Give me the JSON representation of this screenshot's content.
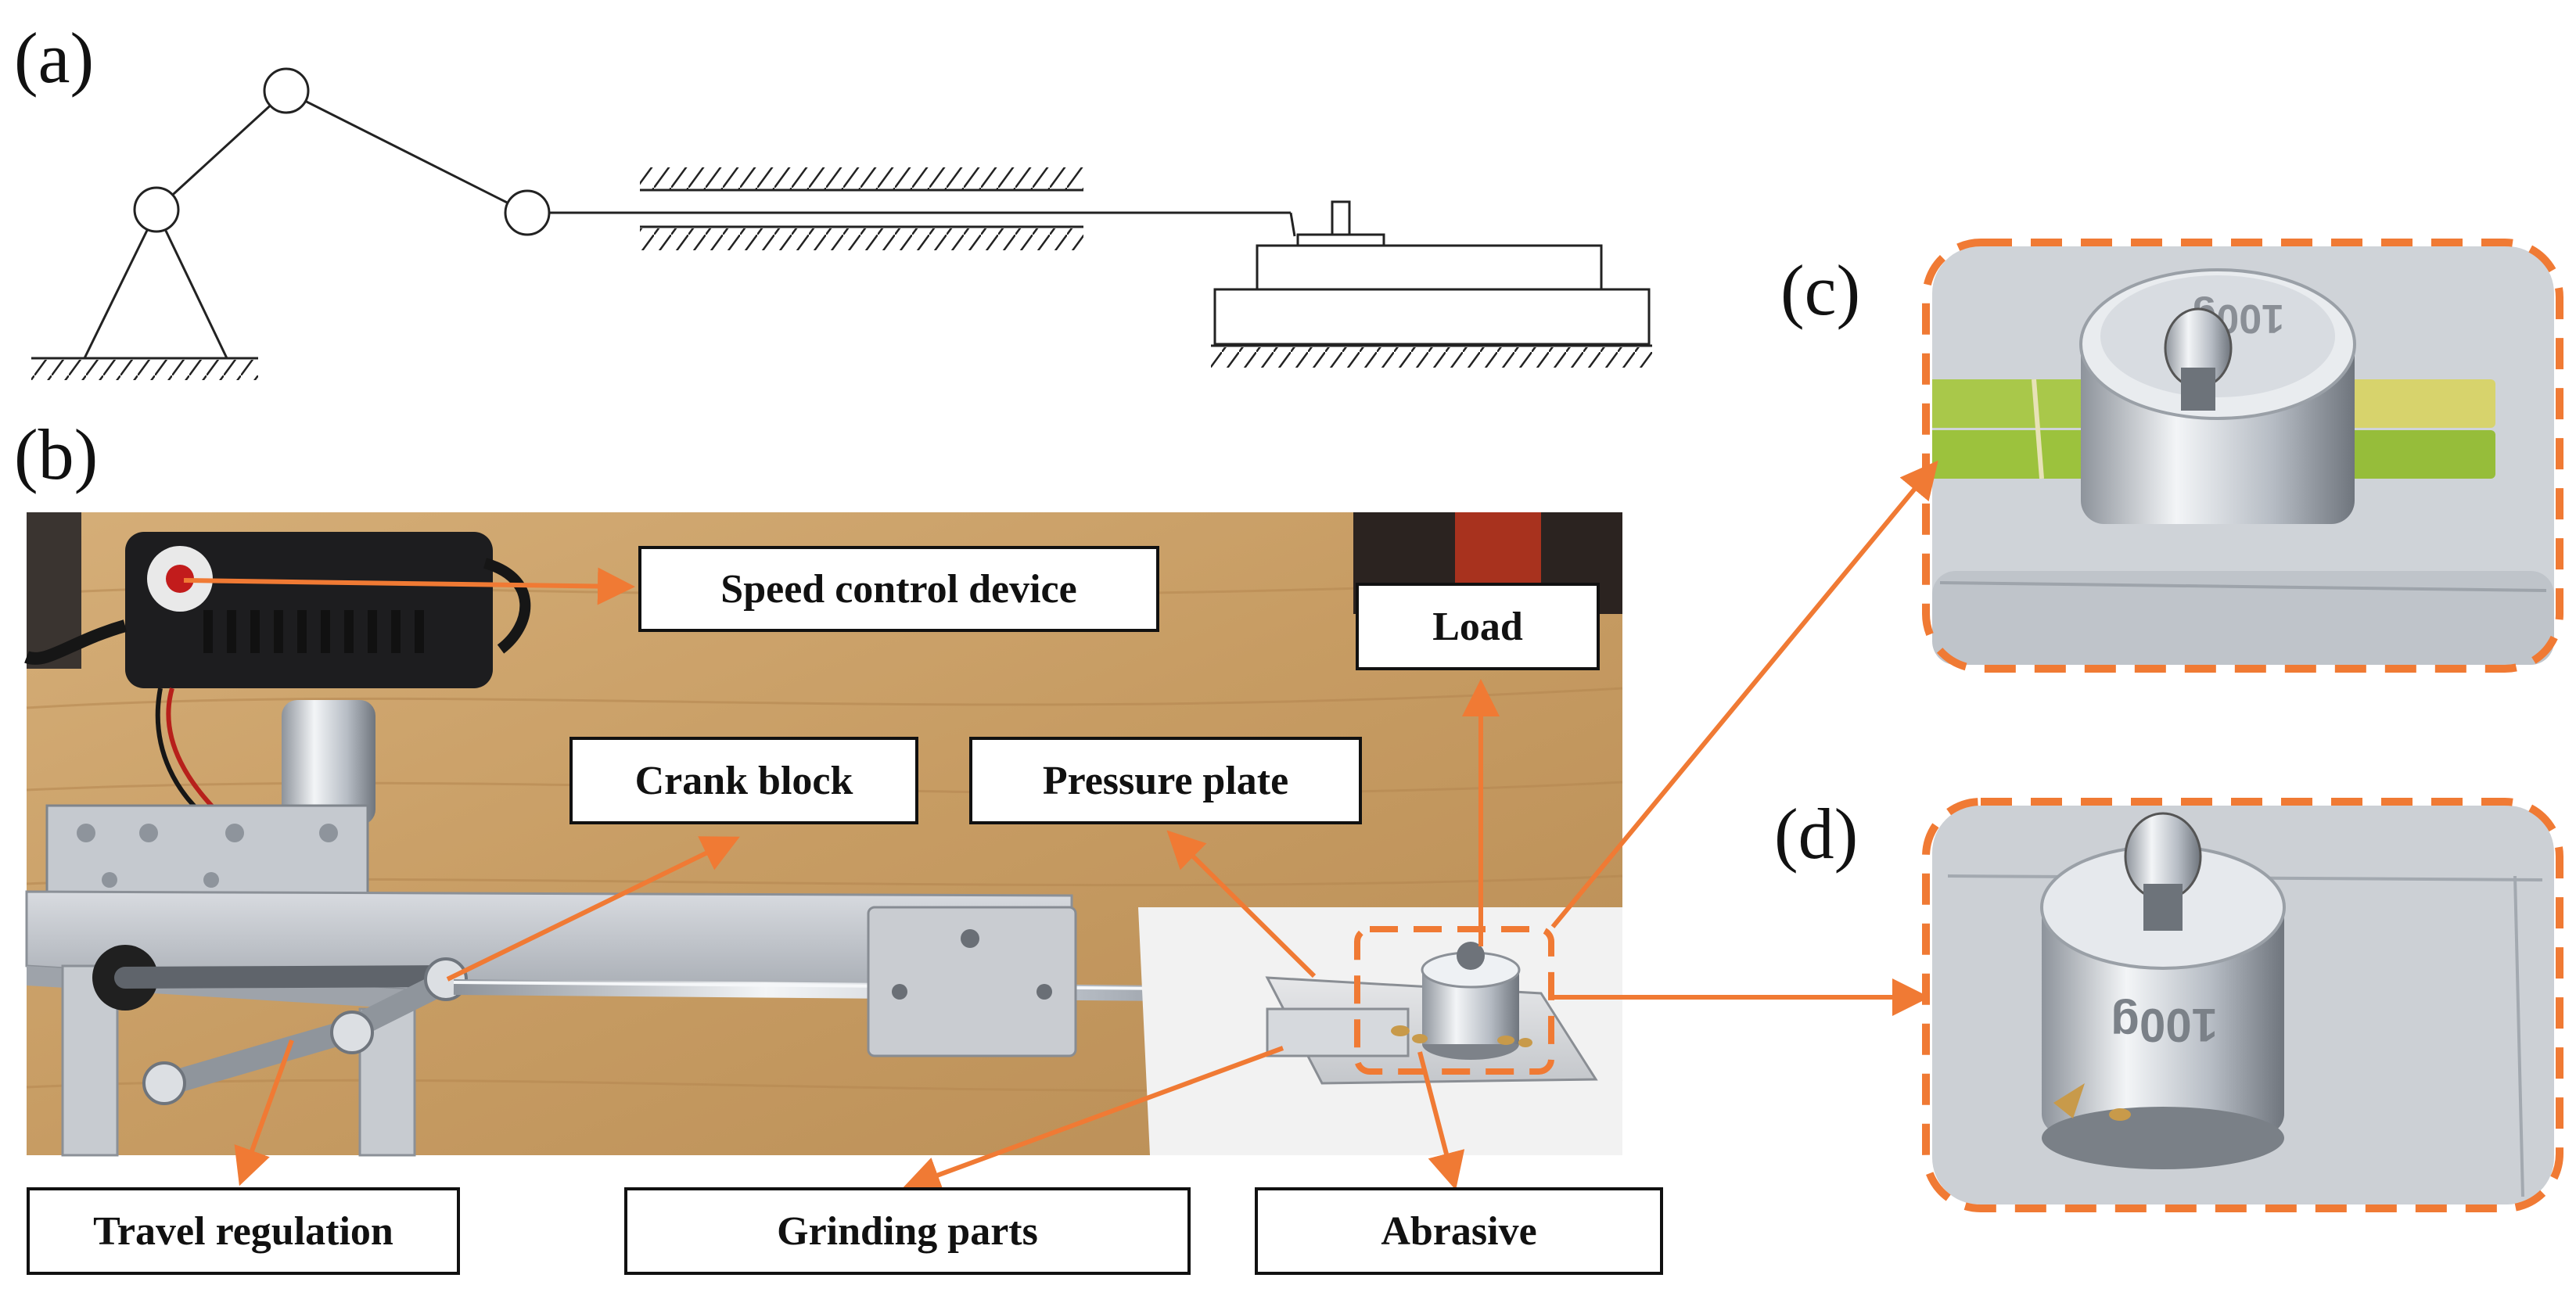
{
  "panels": {
    "a": "(a)",
    "b": "(b)",
    "c": "(c)",
    "d": "(d)"
  },
  "labels": {
    "speed_control": "Speed control device",
    "load": "Load",
    "crank_block": "Crank block",
    "pressure_plate": "Pressure plate",
    "travel_regulation": "Travel regulation",
    "grinding_parts": "Grinding parts",
    "abrasive": "Abrasive"
  },
  "weights": {
    "c_mark": "100g",
    "d_mark": "100g"
  },
  "colors": {
    "arrow": "#f07a34",
    "line": "#222222",
    "wood": "#c9a06a",
    "wood_dark": "#b0854f",
    "metal": "#c8ccd2",
    "metal_dark": "#8e949c",
    "chrome": "#dfe3e8",
    "sugarcane_green": "#9cc23d",
    "sugarcane_yellow": "#d7d36c"
  }
}
